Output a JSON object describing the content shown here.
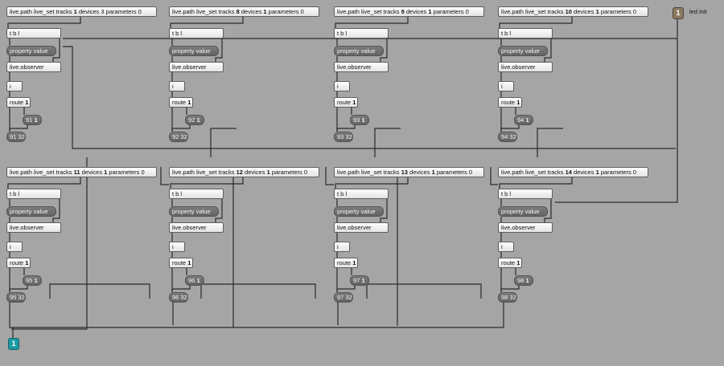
{
  "led_inlet": {
    "number": "1",
    "label": "led init"
  },
  "outlet": {
    "number": "1"
  },
  "groups": [
    {
      "path": [
        "live.path live_set tracks ",
        "1",
        " devices 3 ",
        "parameters 0"
      ],
      "trigger": "t b l",
      "prop": "property value",
      "observer": "live.observer",
      "int": "i",
      "route": [
        "route ",
        "1"
      ],
      "msg": [
        "91 ",
        "1"
      ],
      "num": "91 32"
    },
    {
      "path": [
        "live.path live_set tracks ",
        "8",
        " devices ",
        "1",
        " parameters 0"
      ],
      "trigger": "t b l",
      "prop": "property value",
      "observer": "live.observer",
      "int": "i",
      "route": [
        "route ",
        "1"
      ],
      "msg": [
        "92 ",
        "1"
      ],
      "num": "92 32"
    },
    {
      "path": [
        "live.path live_set tracks ",
        "9",
        " devices ",
        "1",
        " parameters 0"
      ],
      "trigger": "t b l",
      "prop": "property value",
      "observer": "live.observer",
      "int": "i",
      "route": [
        "route ",
        "1"
      ],
      "msg": [
        "93 ",
        "1"
      ],
      "num": "93 32"
    },
    {
      "path": [
        "live.path live_set tracks ",
        "10",
        " devices ",
        "1",
        " parameters 0"
      ],
      "trigger": "t b l",
      "prop": "property value",
      "observer": "live.observer",
      "int": "i",
      "route": [
        "route ",
        "1"
      ],
      "msg": [
        "94 ",
        "1"
      ],
      "num": "94 32"
    },
    {
      "path": [
        "live.path live_set tracks ",
        "11",
        " devices ",
        "1",
        " parameters 0"
      ],
      "trigger": "t b l",
      "prop": "property value",
      "observer": "live.observer",
      "int": "i",
      "route": [
        "route ",
        "1"
      ],
      "msg": [
        "95 ",
        "1"
      ],
      "num": "95 32"
    },
    {
      "path": [
        "live.path live_set tracks ",
        "12",
        " devices ",
        "1",
        " parameters 0"
      ],
      "trigger": "t b l",
      "prop": "property value",
      "observer": "live.observer",
      "int": "i",
      "route": [
        "route ",
        "1"
      ],
      "msg": [
        "96 ",
        "1"
      ],
      "num": "96 32"
    },
    {
      "path": [
        "live.path live_set tracks ",
        "13",
        " devices ",
        "1",
        " parameters 0"
      ],
      "trigger": "t b l",
      "prop": "property value",
      "observer": "live.observer",
      "int": "i",
      "route": [
        "route ",
        "1"
      ],
      "msg": [
        "97 ",
        "1"
      ],
      "num": "97 32"
    },
    {
      "path": [
        "live.path live_set tracks ",
        "14",
        " devices ",
        "1",
        " parameters 0"
      ],
      "trigger": "t b l",
      "prop": "property value",
      "observer": "live.observer",
      "int": "i",
      "route": [
        "route ",
        "1"
      ],
      "msg": [
        "98 ",
        "1"
      ],
      "num": "98 32"
    }
  ],
  "colors": {
    "canvas": "#a5a5a5",
    "wire": "#2a2a2a",
    "led_inlet": "#8b7960",
    "outlet": "#1c9aa3"
  }
}
